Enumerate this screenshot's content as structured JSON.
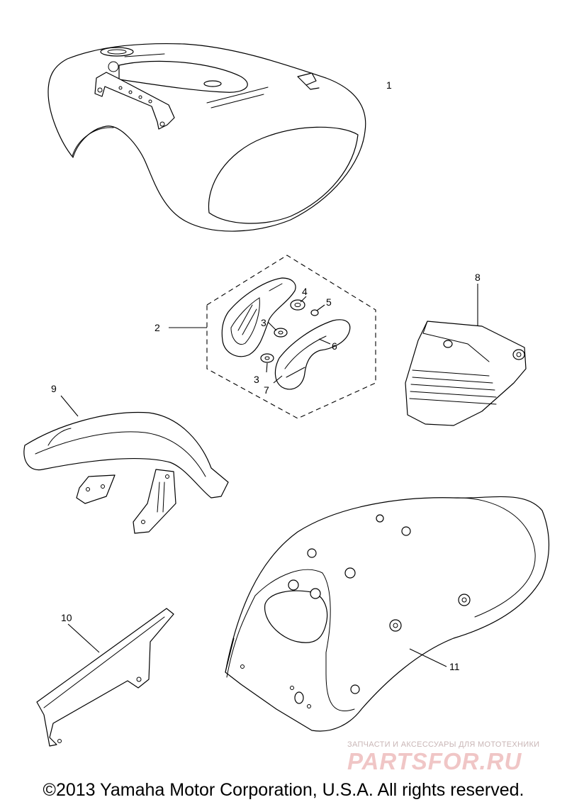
{
  "callouts": [
    "1",
    "2",
    "3",
    "3",
    "4",
    "5",
    "6",
    "7",
    "8",
    "9",
    "10",
    "11"
  ],
  "watermark": {
    "tagline": "ЗАПЧАСТИ И АКСЕССУАРЫ ДЛЯ МОТОТЕХНИКИ",
    "logo": "PARTSFOR.RU"
  },
  "copyright": "©2013 Yamaha Motor Corporation, U.S.A. All rights reserved."
}
